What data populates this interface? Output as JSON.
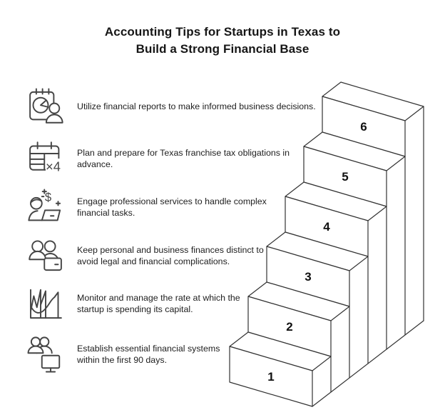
{
  "title": {
    "line1": "Accounting Tips for Startups in Texas to",
    "line2": "Build a Strong Financial Base"
  },
  "tips": [
    {
      "icon": "report-person-icon",
      "lines": [
        "Utilize financial reports to make informed business decisions."
      ]
    },
    {
      "icon": "franchise-tax-calendar-icon",
      "lines": [
        "Plan and prepare for Texas franchise tax obligations in",
        "advance."
      ]
    },
    {
      "icon": "professional-services-icon",
      "lines": [
        "Engage professional services to handle complex",
        "financial tasks."
      ]
    },
    {
      "icon": "separate-finances-icon",
      "lines": [
        "Keep personal and business finances distinct to",
        "avoid legal and financial complications."
      ]
    },
    {
      "icon": "burn-rate-chart-icon",
      "lines": [
        "Monitor and manage the rate at which the",
        "startup is spending its capital."
      ]
    },
    {
      "icon": "financial-systems-icon",
      "lines": [
        "Establish essential financial systems",
        "within the first 90 days."
      ]
    }
  ],
  "icon_glyphs": {
    "calendar_badge": "×4",
    "dollar": "$"
  },
  "staircase": {
    "steps": [
      {
        "label": "1"
      },
      {
        "label": "2"
      },
      {
        "label": "3"
      },
      {
        "label": "4"
      },
      {
        "label": "5"
      },
      {
        "label": "6"
      }
    ]
  },
  "colors": {
    "line": "#333333",
    "text": "#212121",
    "title": "#161616",
    "background": "#ffffff"
  }
}
